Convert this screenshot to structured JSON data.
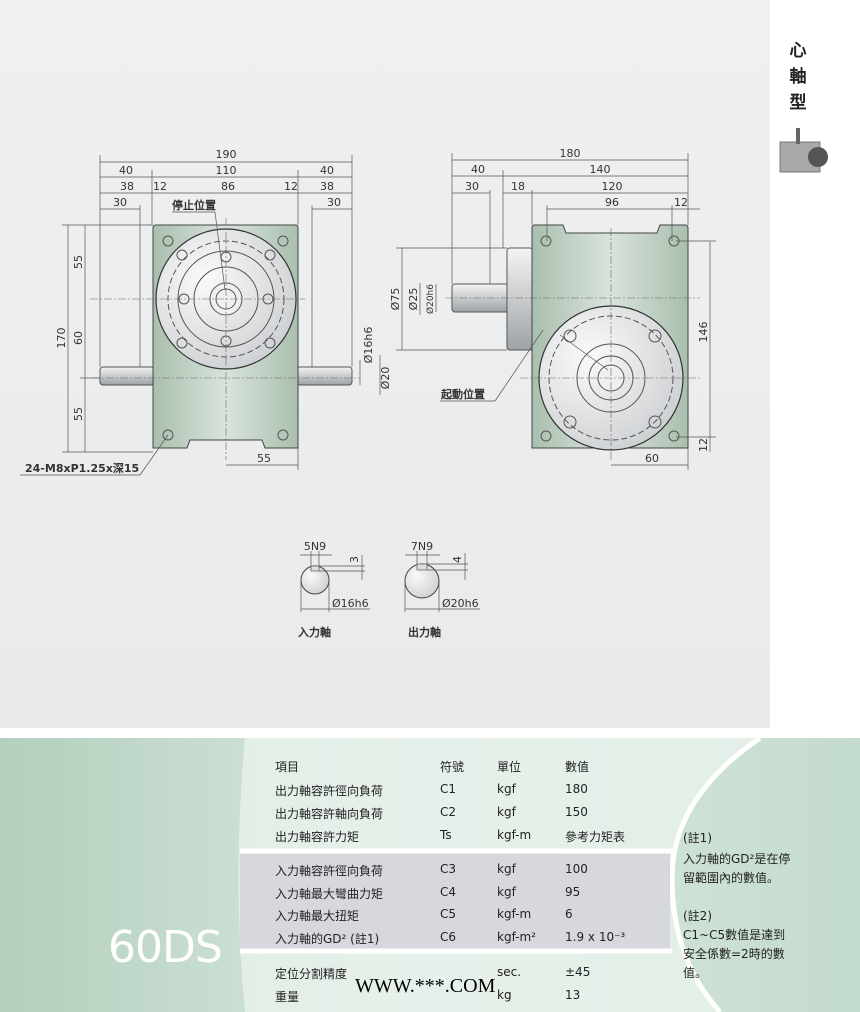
{
  "side": {
    "title_chars": [
      "心",
      "軸",
      "型"
    ]
  },
  "left_view": {
    "overall_width": "190",
    "left_40": "40",
    "mid_110": "110",
    "right_40": "40",
    "left_38": "38",
    "left_12": "12",
    "mid_86": "86",
    "right_12": "12",
    "right_38": "38",
    "left_30": "30",
    "right_30": "30",
    "stop_position": "停止位置",
    "height_170": "170",
    "upper_55": "55",
    "mid_60": "60",
    "lower_55": "55",
    "shaft_dia": "Ø16h6",
    "hub_dia": "Ø20",
    "bottom_55": "55",
    "thread_note": "24-M8xP1.25x深15"
  },
  "right_view": {
    "overall_width": "180",
    "left_40": "40",
    "right_140": "140",
    "left_30": "30",
    "mid_18": "18",
    "right_120": "120",
    "hole_96": "96",
    "edge_12": "12",
    "flange_dia": "Ø75",
    "hub_dia": "Ø25",
    "shaft_dia": "Ø20h6",
    "height_146": "146",
    "bottom_12": "12",
    "bottom_60": "60",
    "start_position": "起動位置"
  },
  "keyways": [
    {
      "key": "5N9",
      "depth": "3",
      "dia": "Ø16h6",
      "label": "入力軸"
    },
    {
      "key": "7N9",
      "depth": "4",
      "dia": "Ø20h6",
      "label": "出力軸"
    }
  ],
  "model": "60DS",
  "spec_table": {
    "headers": [
      "項目",
      "符號",
      "單位",
      "數值"
    ],
    "rows": [
      [
        "出力軸容許徑向負荷",
        "C1",
        "kgf",
        "180"
      ],
      [
        "出力軸容許軸向負荷",
        "C2",
        "kgf",
        "150"
      ],
      [
        "出力軸容許力矩",
        "Ts",
        "kgf-m",
        "參考力矩表"
      ],
      [
        "入力軸容許徑向負荷",
        "C3",
        "kgf",
        "100"
      ],
      [
        "入力軸最大彎曲力矩",
        "C4",
        "kgf",
        "95"
      ],
      [
        "入力軸最大扭矩",
        "C5",
        "kgf-m",
        "6"
      ],
      [
        "入力軸的GD² (註1)",
        "C6",
        "kgf-m²",
        "1.9 x 10⁻³"
      ],
      [
        "定位分割精度",
        "",
        "sec.",
        "±45"
      ],
      [
        "重量",
        "",
        "kg",
        "13"
      ]
    ]
  },
  "notes": [
    "(註1)",
    "入力軸的GD²是在停",
    "留範圍內的數值。",
    "(註2)",
    "C1~C5數值是達到",
    "安全係數=2時的數",
    "值。"
  ],
  "watermark": "WWW.***.COM",
  "colors": {
    "body": "#b9cdbd",
    "disc": "#e6e8ea",
    "band": "#c9dfd1"
  }
}
